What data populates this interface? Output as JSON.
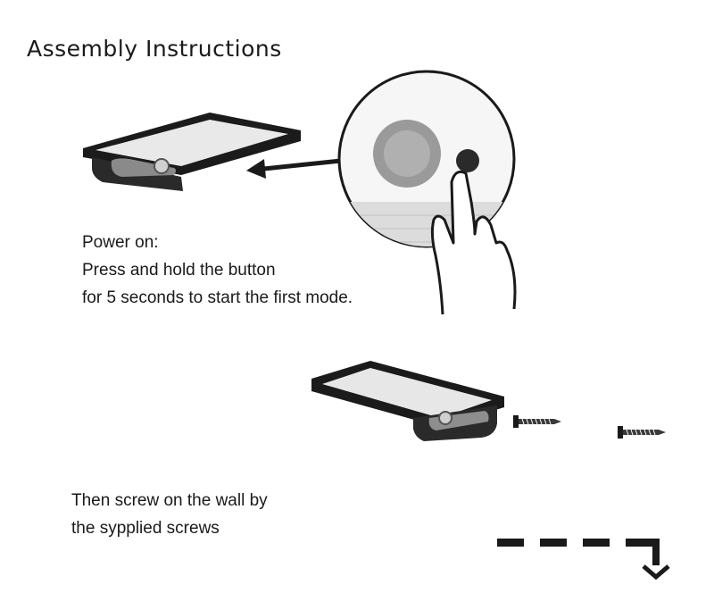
{
  "title": "Assembly Instructions",
  "step1": {
    "lines": [
      "Power on:",
      "Press and hold the button",
      "for 5 seconds to start the first mode."
    ]
  },
  "step2": {
    "lines": [
      "Then screw on the wall by",
      "the sypplied screws"
    ]
  },
  "icons": [
    "solar-lamp-icon",
    "arrow-left-icon",
    "hand-pressing-button-icon",
    "screw-icon",
    "dashed-arrow-down-icon"
  ]
}
